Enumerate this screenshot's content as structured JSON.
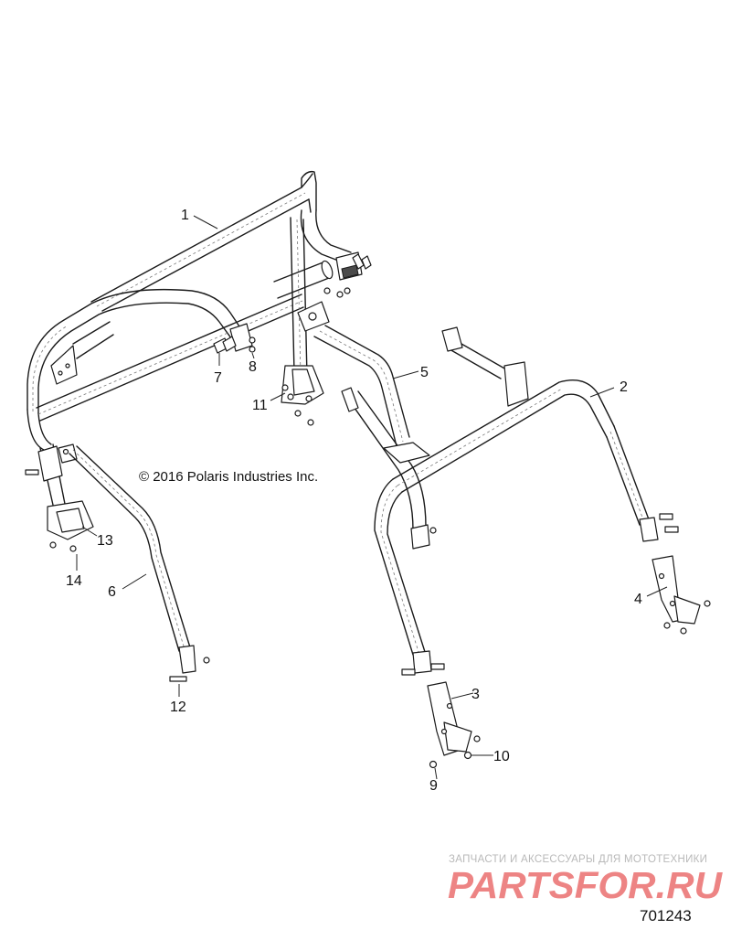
{
  "copyright": "© 2016 Polaris Industries Inc.",
  "diagram_id": "701243",
  "watermark": {
    "caption": "ЗАПЧАСТИ И АКСЕССУАРЫ ДЛЯ МОТОТЕХНИКИ",
    "logo_text": "PARTSFOR.RU",
    "logo_color": "#e02020"
  },
  "callouts": [
    {
      "id": "1",
      "label": "1"
    },
    {
      "id": "2",
      "label": "2"
    },
    {
      "id": "3",
      "label": "3"
    },
    {
      "id": "4",
      "label": "4"
    },
    {
      "id": "5",
      "label": "5"
    },
    {
      "id": "6",
      "label": "6"
    },
    {
      "id": "7",
      "label": "7"
    },
    {
      "id": "8",
      "label": "8"
    },
    {
      "id": "9",
      "label": "9"
    },
    {
      "id": "10",
      "label": "10"
    },
    {
      "id": "11",
      "label": "11"
    },
    {
      "id": "12",
      "label": "12"
    },
    {
      "id": "13",
      "label": "13"
    },
    {
      "id": "14",
      "label": "14"
    }
  ]
}
